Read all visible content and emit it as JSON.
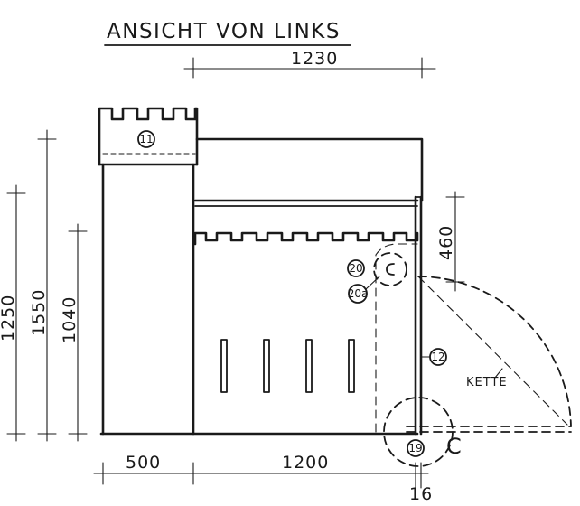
{
  "title": "ANSICHT VON LINKS",
  "dimensions": {
    "top_width": "1230",
    "total_height_left": "1250",
    "tower_height": "1550",
    "wall_height": "1040",
    "tower_width": "500",
    "wall_width": "1200",
    "door_offset": "460",
    "post_width": "16"
  },
  "labels": {
    "part_11": "11",
    "part_20": "20",
    "part_20a": "20a",
    "part_12": "12",
    "part_19": "19",
    "kette": "KETTE",
    "detail_c": "C"
  }
}
